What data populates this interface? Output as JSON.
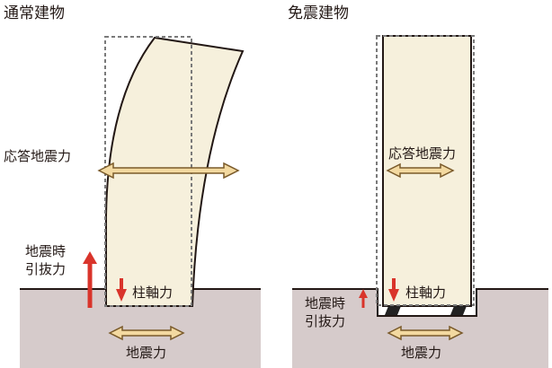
{
  "colors": {
    "ground": "#d6cbcb",
    "building": "#f6f0dc",
    "outline": "#231815",
    "dashed": "#7a7a7a",
    "arrow_fill": "#f3d9a0",
    "arrow_stroke": "#7a5a2a",
    "red_arrow": "#d9342b",
    "isolator": "#222222"
  },
  "left_panel": {
    "title": "通常建物",
    "response_force_label": "応答地震力",
    "uplift_label_line1": "地震時",
    "uplift_label_line2": "引抜力",
    "column_axial_label": "柱軸力",
    "seismic_force_label": "地震力"
  },
  "right_panel": {
    "title": "免震建物",
    "response_force_label": "応答地震力",
    "uplift_label_line1": "地震時",
    "uplift_label_line2": "引抜力",
    "column_axial_label": "柱軸力",
    "seismic_force_label": "地震力"
  }
}
